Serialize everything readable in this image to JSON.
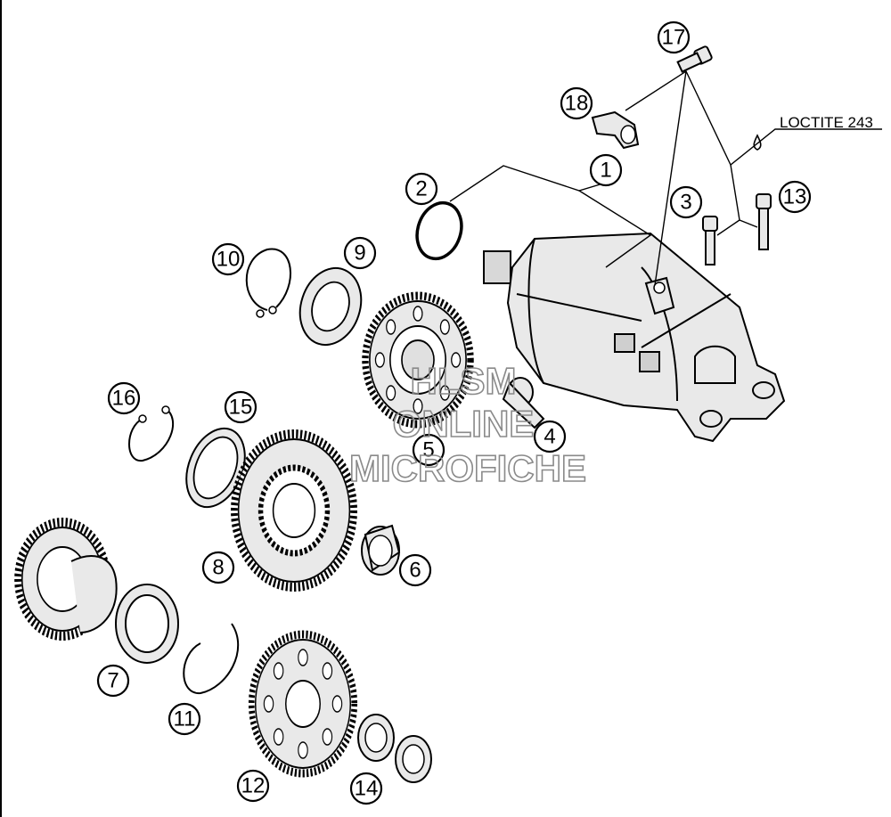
{
  "diagram": {
    "note_label": "LOCTITE 243",
    "watermark": [
      "HLSM",
      "ONLINE",
      "MICROFICHE"
    ],
    "callouts": [
      {
        "id": "1",
        "label": "1"
      },
      {
        "id": "2",
        "label": "2"
      },
      {
        "id": "3",
        "label": "3"
      },
      {
        "id": "4",
        "label": "4"
      },
      {
        "id": "5",
        "label": "5"
      },
      {
        "id": "6",
        "label": "6"
      },
      {
        "id": "7",
        "label": "7"
      },
      {
        "id": "8",
        "label": "8"
      },
      {
        "id": "9",
        "label": "9"
      },
      {
        "id": "10",
        "label": "10"
      },
      {
        "id": "11",
        "label": "11"
      },
      {
        "id": "12",
        "label": "12"
      },
      {
        "id": "13",
        "label": "13"
      },
      {
        "id": "14",
        "label": "14"
      },
      {
        "id": "15",
        "label": "15"
      },
      {
        "id": "16",
        "label": "16"
      },
      {
        "id": "17",
        "label": "17"
      },
      {
        "id": "18",
        "label": "18"
      }
    ]
  }
}
